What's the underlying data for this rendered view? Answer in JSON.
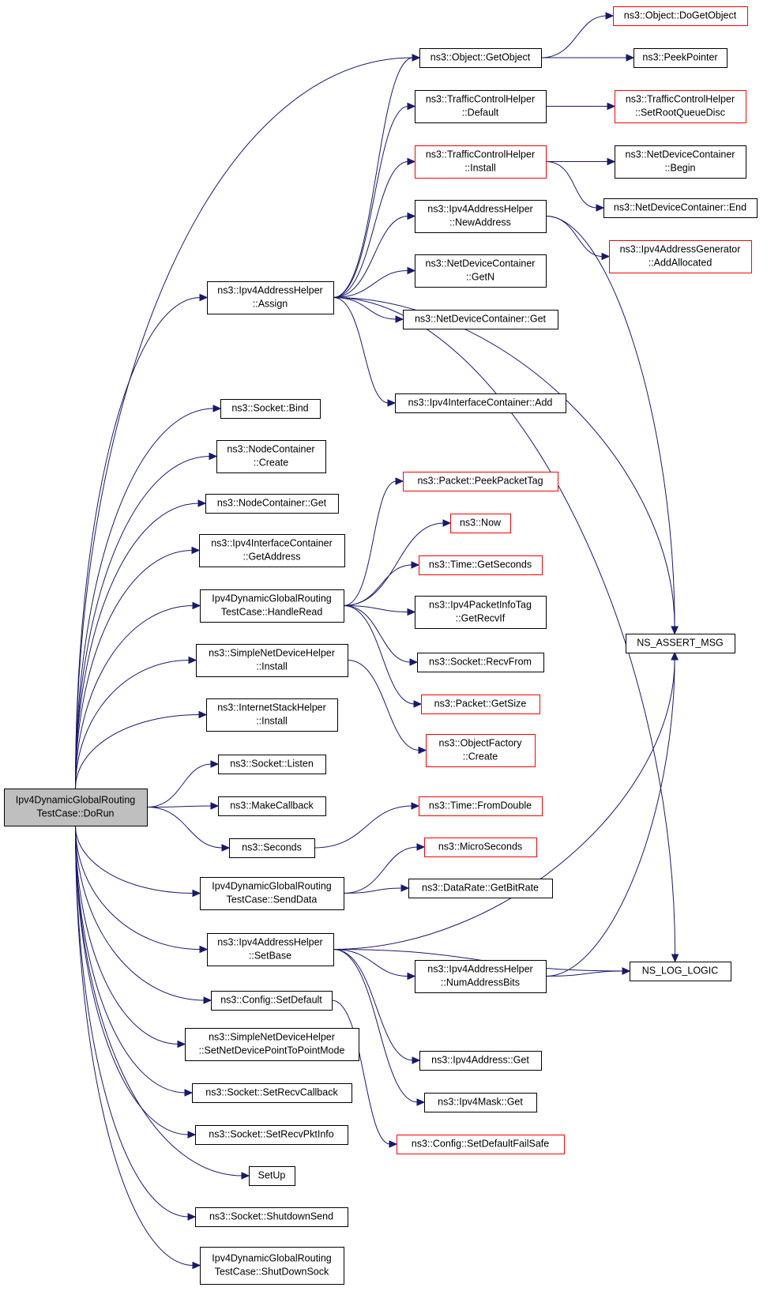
{
  "colors": {
    "edge": "#191970",
    "node_border": "#000000",
    "node_border_incomplete": "#ff0000",
    "root_fill": "#bfbfbf",
    "node_fill": "#ffffff"
  },
  "nodes": [
    {
      "id": "dorun",
      "lines": [
        "Ipv4DynamicGlobalRouting",
        "TestCase::DoRun"
      ],
      "style": "root"
    },
    {
      "id": "assign",
      "lines": [
        "ns3::Ipv4AddressHelper",
        "::Assign"
      ],
      "style": "normal"
    },
    {
      "id": "bind",
      "lines": [
        "ns3::Socket::Bind"
      ],
      "style": "normal"
    },
    {
      "id": "nc_create",
      "lines": [
        "ns3::NodeContainer",
        "::Create"
      ],
      "style": "normal"
    },
    {
      "id": "nc_get",
      "lines": [
        "ns3::NodeContainer::Get"
      ],
      "style": "normal"
    },
    {
      "id": "getaddress",
      "lines": [
        "ns3::Ipv4InterfaceContainer",
        "::GetAddress"
      ],
      "style": "normal"
    },
    {
      "id": "handleread",
      "lines": [
        "Ipv4DynamicGlobalRouting",
        "TestCase::HandleRead"
      ],
      "style": "normal"
    },
    {
      "id": "sndh_install",
      "lines": [
        "ns3::SimpleNetDeviceHelper",
        "::Install"
      ],
      "style": "normal"
    },
    {
      "id": "ish_install",
      "lines": [
        "ns3::InternetStackHelper",
        "::Install"
      ],
      "style": "normal"
    },
    {
      "id": "listen",
      "lines": [
        "ns3::Socket::Listen"
      ],
      "style": "normal"
    },
    {
      "id": "makecallback",
      "lines": [
        "ns3::MakeCallback"
      ],
      "style": "normal"
    },
    {
      "id": "seconds",
      "lines": [
        "ns3::Seconds"
      ],
      "style": "normal"
    },
    {
      "id": "senddata",
      "lines": [
        "Ipv4DynamicGlobalRouting",
        "TestCase::SendData"
      ],
      "style": "normal"
    },
    {
      "id": "setbase",
      "lines": [
        "ns3::Ipv4AddressHelper",
        "::SetBase"
      ],
      "style": "normal"
    },
    {
      "id": "setdefault",
      "lines": [
        "ns3::Config::SetDefault"
      ],
      "style": "normal"
    },
    {
      "id": "setp2p",
      "lines": [
        "ns3::SimpleNetDeviceHelper",
        "::SetNetDevicePointToPointMode"
      ],
      "style": "normal"
    },
    {
      "id": "setrecvcb",
      "lines": [
        "ns3::Socket::SetRecvCallback"
      ],
      "style": "normal"
    },
    {
      "id": "setrecvpkt",
      "lines": [
        "ns3::Socket::SetRecvPktInfo"
      ],
      "style": "normal"
    },
    {
      "id": "setup",
      "lines": [
        "SetUp"
      ],
      "style": "normal"
    },
    {
      "id": "shutdownsend",
      "lines": [
        "ns3::Socket::ShutdownSend"
      ],
      "style": "normal"
    },
    {
      "id": "shutdownsock",
      "lines": [
        "Ipv4DynamicGlobalRouting",
        "TestCase::ShutDownSock"
      ],
      "style": "normal"
    },
    {
      "id": "getobject",
      "lines": [
        "ns3::Object::GetObject"
      ],
      "style": "normal"
    },
    {
      "id": "tch_default",
      "lines": [
        "ns3::TrafficControlHelper",
        "::Default"
      ],
      "style": "normal"
    },
    {
      "id": "tch_install",
      "lines": [
        "ns3::TrafficControlHelper",
        "::Install"
      ],
      "style": "incomplete"
    },
    {
      "id": "newaddress",
      "lines": [
        "ns3::Ipv4AddressHelper",
        "::NewAddress"
      ],
      "style": "normal"
    },
    {
      "id": "ndc_getn",
      "lines": [
        "ns3::NetDeviceContainer",
        "::GetN"
      ],
      "style": "normal"
    },
    {
      "id": "ndc_get",
      "lines": [
        "ns3::NetDeviceContainer::Get"
      ],
      "style": "normal"
    },
    {
      "id": "iic_add",
      "lines": [
        "ns3::Ipv4InterfaceContainer::Add"
      ],
      "style": "normal"
    },
    {
      "id": "peekpackettag",
      "lines": [
        "ns3::Packet::PeekPacketTag"
      ],
      "style": "incomplete"
    },
    {
      "id": "now",
      "lines": [
        "ns3::Now"
      ],
      "style": "incomplete"
    },
    {
      "id": "getseconds",
      "lines": [
        "ns3::Time::GetSeconds"
      ],
      "style": "incomplete"
    },
    {
      "id": "getrecvif",
      "lines": [
        "ns3::Ipv4PacketInfoTag",
        "::GetRecvIf"
      ],
      "style": "normal"
    },
    {
      "id": "recvfrom",
      "lines": [
        "ns3::Socket::RecvFrom"
      ],
      "style": "normal"
    },
    {
      "id": "getsize",
      "lines": [
        "ns3::Packet::GetSize"
      ],
      "style": "incomplete"
    },
    {
      "id": "of_create",
      "lines": [
        "ns3::ObjectFactory",
        "::Create"
      ],
      "style": "incomplete"
    },
    {
      "id": "fromdouble",
      "lines": [
        "ns3::Time::FromDouble"
      ],
      "style": "incomplete"
    },
    {
      "id": "microseconds",
      "lines": [
        "ns3::MicroSeconds"
      ],
      "style": "incomplete"
    },
    {
      "id": "getbitrate",
      "lines": [
        "ns3::DataRate::GetBitRate"
      ],
      "style": "normal"
    },
    {
      "id": "numaddrbits",
      "lines": [
        "ns3::Ipv4AddressHelper",
        "::NumAddressBits"
      ],
      "style": "normal"
    },
    {
      "id": "ipv4addr_get",
      "lines": [
        "ns3::Ipv4Address::Get"
      ],
      "style": "normal"
    },
    {
      "id": "ipv4mask_get",
      "lines": [
        "ns3::Ipv4Mask::Get"
      ],
      "style": "normal"
    },
    {
      "id": "setdefaultfs",
      "lines": [
        "ns3::Config::SetDefaultFailSafe"
      ],
      "style": "incomplete"
    },
    {
      "id": "dogetobject",
      "lines": [
        "ns3::Object::DoGetObject"
      ],
      "style": "incomplete"
    },
    {
      "id": "peekpointer",
      "lines": [
        "ns3::PeekPointer"
      ],
      "style": "normal"
    },
    {
      "id": "setrootqd",
      "lines": [
        "ns3::TrafficControlHelper",
        "::SetRootQueueDisc"
      ],
      "style": "incomplete"
    },
    {
      "id": "ndc_begin",
      "lines": [
        "ns3::NetDeviceContainer",
        "::Begin"
      ],
      "style": "normal"
    },
    {
      "id": "ndc_end",
      "lines": [
        "ns3::NetDeviceContainer::End"
      ],
      "style": "normal"
    },
    {
      "id": "addallocated",
      "lines": [
        "ns3::Ipv4AddressGenerator",
        "::AddAllocated"
      ],
      "style": "incomplete"
    },
    {
      "id": "assertmsg",
      "lines": [
        "NS_ASSERT_MSG"
      ],
      "style": "normal"
    },
    {
      "id": "loglogic",
      "lines": [
        "NS_LOG_LOGIC"
      ],
      "style": "normal"
    }
  ],
  "edges": [
    [
      "dorun",
      "assign"
    ],
    [
      "dorun",
      "bind"
    ],
    [
      "dorun",
      "nc_create"
    ],
    [
      "dorun",
      "nc_get"
    ],
    [
      "dorun",
      "getaddress"
    ],
    [
      "dorun",
      "handleread"
    ],
    [
      "dorun",
      "sndh_install"
    ],
    [
      "dorun",
      "ish_install"
    ],
    [
      "dorun",
      "listen"
    ],
    [
      "dorun",
      "makecallback"
    ],
    [
      "dorun",
      "seconds"
    ],
    [
      "dorun",
      "senddata"
    ],
    [
      "dorun",
      "setbase"
    ],
    [
      "dorun",
      "setdefault"
    ],
    [
      "dorun",
      "setp2p"
    ],
    [
      "dorun",
      "setrecvcb"
    ],
    [
      "dorun",
      "setrecvpkt"
    ],
    [
      "dorun",
      "setup"
    ],
    [
      "dorun",
      "shutdownsend"
    ],
    [
      "dorun",
      "shutdownsock"
    ],
    [
      "dorun",
      "getobject"
    ],
    [
      "assign",
      "getobject"
    ],
    [
      "assign",
      "tch_default"
    ],
    [
      "assign",
      "tch_install"
    ],
    [
      "assign",
      "newaddress"
    ],
    [
      "assign",
      "ndc_getn"
    ],
    [
      "assign",
      "ndc_get"
    ],
    [
      "assign",
      "iic_add"
    ],
    [
      "assign",
      "assertmsg"
    ],
    [
      "assign",
      "loglogic"
    ],
    [
      "getobject",
      "dogetobject"
    ],
    [
      "getobject",
      "peekpointer"
    ],
    [
      "tch_default",
      "setrootqd"
    ],
    [
      "tch_install",
      "ndc_begin"
    ],
    [
      "tch_install",
      "ndc_end"
    ],
    [
      "newaddress",
      "addallocated"
    ],
    [
      "newaddress",
      "assertmsg"
    ],
    [
      "handleread",
      "peekpackettag"
    ],
    [
      "handleread",
      "now"
    ],
    [
      "handleread",
      "getseconds"
    ],
    [
      "handleread",
      "getrecvif"
    ],
    [
      "handleread",
      "recvfrom"
    ],
    [
      "handleread",
      "getsize"
    ],
    [
      "sndh_install",
      "of_create"
    ],
    [
      "seconds",
      "fromdouble"
    ],
    [
      "senddata",
      "microseconds"
    ],
    [
      "senddata",
      "getbitrate"
    ],
    [
      "setbase",
      "assertmsg"
    ],
    [
      "setbase",
      "numaddrbits"
    ],
    [
      "setbase",
      "loglogic"
    ],
    [
      "setbase",
      "ipv4addr_get"
    ],
    [
      "setbase",
      "ipv4mask_get"
    ],
    [
      "numaddrbits",
      "loglogic"
    ],
    [
      "numaddrbits",
      "assertmsg"
    ],
    [
      "setdefault",
      "setdefaultfs"
    ]
  ]
}
